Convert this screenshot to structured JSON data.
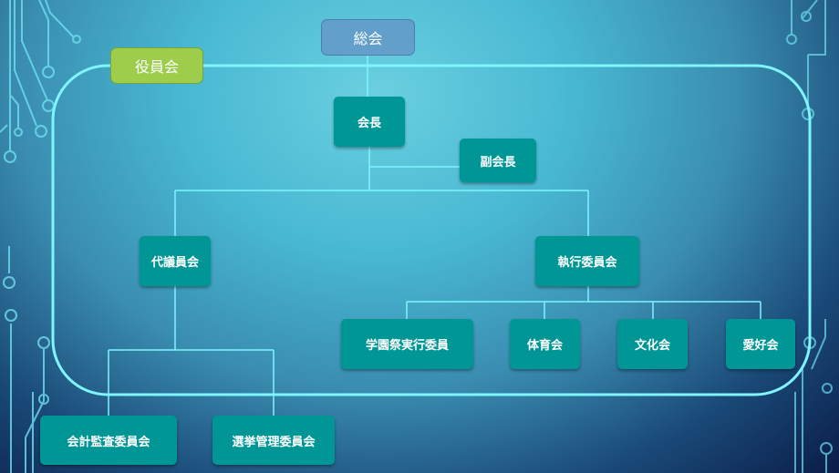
{
  "colors": {
    "frame": "#7ff5ff",
    "node": "#009696",
    "general": "#62a0cb",
    "board": "#9dcd4b"
  },
  "nodes": {
    "general_assembly": "総会",
    "board": "役員会",
    "president": "会長",
    "vice_president": "副会長",
    "delegates": "代議員会",
    "executive": "執行委員会",
    "festival": "学園祭実行委員",
    "athletic": "体育会",
    "culture": "文化会",
    "hobby": "愛好会",
    "audit": "会計監査委員会",
    "election": "選挙管理委員会"
  }
}
